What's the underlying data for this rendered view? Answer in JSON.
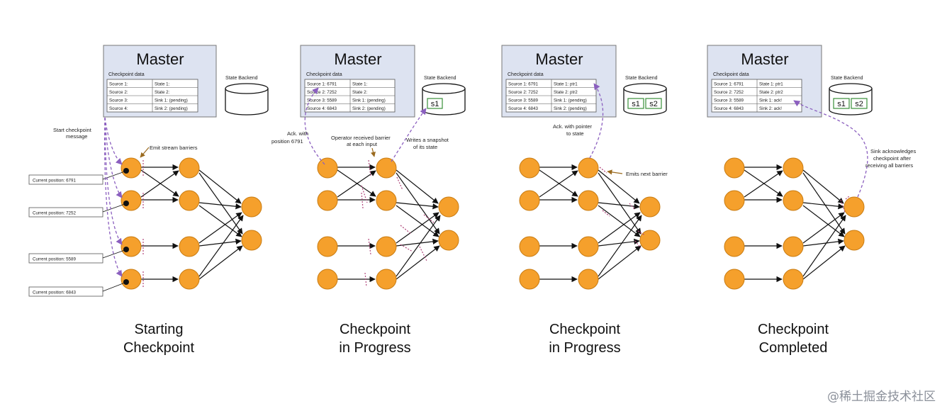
{
  "panels": [
    {
      "master_title": "Master",
      "checkpoint_data_label": "Checkpoint data",
      "table": [
        [
          "Source 1:",
          "State 1:"
        ],
        [
          "Source 2:",
          "State 2:"
        ],
        [
          "Source 3:",
          "Sink 1: (pending)"
        ],
        [
          "Source 4:",
          "Sink 2: (pending)"
        ]
      ],
      "backend_label": "State Backend",
      "backend_items": [],
      "caption_line1": "Starting",
      "caption_line2": "Checkpoint",
      "annotations": {
        "start_msg_1": "Start checkpoint",
        "start_msg_2": "message",
        "emit_barriers": "Emit stream barriers"
      },
      "positions": [
        "Current position: 6791",
        "Current position: 7252",
        "Current position: 5589",
        "Current position: 6843"
      ]
    },
    {
      "master_title": "Master",
      "checkpoint_data_label": "Checkpoint data",
      "table": [
        [
          "Source 1: 6791",
          "State 1:"
        ],
        [
          "Source 2: 7252",
          "State 2:"
        ],
        [
          "Source 3: 5589",
          "Sink 1: (pending)"
        ],
        [
          "Source 4: 6843",
          "Sink 2: (pending)"
        ]
      ],
      "backend_label": "State Backend",
      "backend_items": [
        "s1"
      ],
      "caption_line1": "Checkpoint",
      "caption_line2": "in Progress",
      "annotations": {
        "ack_1": "Ack. with",
        "ack_2": "position 6791",
        "op_recv_1": "Operator received barrier",
        "op_recv_2": "at each input",
        "writes_1": "Writes a snapshot",
        "writes_2": "of its state"
      }
    },
    {
      "master_title": "Master",
      "checkpoint_data_label": "Checkpoint data",
      "table": [
        [
          "Source 1: 6791",
          "State 1: ptr1"
        ],
        [
          "Source 2: 7252",
          "State 2: ptr2"
        ],
        [
          "Source 3: 5589",
          "Sink 1: (pending)"
        ],
        [
          "Source 4: 6843",
          "Sink 2: (pending)"
        ]
      ],
      "backend_label": "State Backend",
      "backend_items": [
        "s1",
        "s2"
      ],
      "caption_line1": "Checkpoint",
      "caption_line2": "in Progress",
      "annotations": {
        "ack_1": "Ack. with pointer",
        "ack_2": "to state",
        "emits_next": "Emits next barrier"
      }
    },
    {
      "master_title": "Master",
      "checkpoint_data_label": "Checkpoint data",
      "table": [
        [
          "Source 1: 6791",
          "State 1: ptr1"
        ],
        [
          "Source 2: 7252",
          "State 2: ptr2"
        ],
        [
          "Source 3: 5589",
          "Sink 1: ack!"
        ],
        [
          "Source 4: 6843",
          "Sink 2: ack!"
        ]
      ],
      "backend_label": "State Backend",
      "backend_items": [
        "s1",
        "s2"
      ],
      "caption_line1": "Checkpoint",
      "caption_line2": "Completed",
      "annotations": {
        "sink_ack_1": "Sink acknowledges",
        "sink_ack_2": "checkpoint after",
        "sink_ack_3": "receiving all barriers"
      }
    }
  ],
  "watermark": "@稀土掘金技术社区",
  "colors": {
    "node": "#f5a02c",
    "master_bg": "#dde3f1",
    "barrier": "#b0457a",
    "message": "#8b5fbf",
    "annotation_arrow": "#9a6a1e",
    "backend_box": "#3a8f3a"
  }
}
